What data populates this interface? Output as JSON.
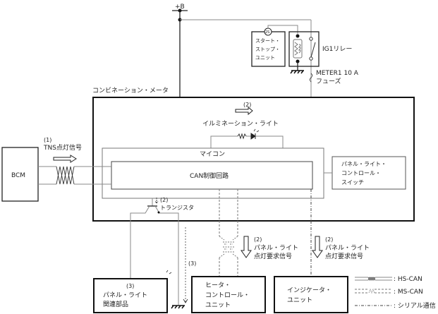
{
  "power": {
    "label": "+B"
  },
  "start_stop_unit": {
    "label_lines": [
      "スタート・",
      "ストップ・",
      "ユニット"
    ],
    "pin_label": "2S"
  },
  "ig1_relay": {
    "label": "IG1リレー"
  },
  "fuse": {
    "label_lines": [
      "METER1 10 A",
      "フューズ"
    ]
  },
  "combination_meter": {
    "label": "コンビネーション・メータ"
  },
  "illumination": {
    "step": "(2)",
    "label": "イルミネーション・ライト"
  },
  "microcomputer": {
    "label": "マイコン"
  },
  "can_control": {
    "label": "CAN制御回路"
  },
  "bcm": {
    "label": "BCM"
  },
  "tns_signal": {
    "step": "(1)",
    "label": "TNS点灯信号"
  },
  "panel_switch": {
    "label_lines": [
      "パネル・ライト・",
      "コントロール・",
      "スイッチ"
    ]
  },
  "transistor": {
    "step": "(2)",
    "label": "トランジスタ"
  },
  "panel_light_parts": {
    "step": "(3)",
    "label_lines": [
      "パネル・ライト",
      "関連部品"
    ]
  },
  "ground_flow": {
    "step": "(3)"
  },
  "heater_unit": {
    "label_lines": [
      "ヒータ・",
      "コントロール・",
      "ユニット"
    ]
  },
  "indicator_unit": {
    "label_lines": [
      "インジケータ・",
      "ユニット"
    ]
  },
  "request_signal_1": {
    "step": "(2)",
    "label_lines": [
      "パネル・ライト",
      "点灯要求信号"
    ]
  },
  "request_signal_2": {
    "step": "(2)",
    "label_lines": [
      "パネル・ライト",
      "点灯要求信号"
    ]
  },
  "legend": {
    "items": [
      {
        "label": ": HS-CAN"
      },
      {
        "label": ": MS-CAN"
      },
      {
        "label": ": シリアル通信"
      }
    ]
  }
}
